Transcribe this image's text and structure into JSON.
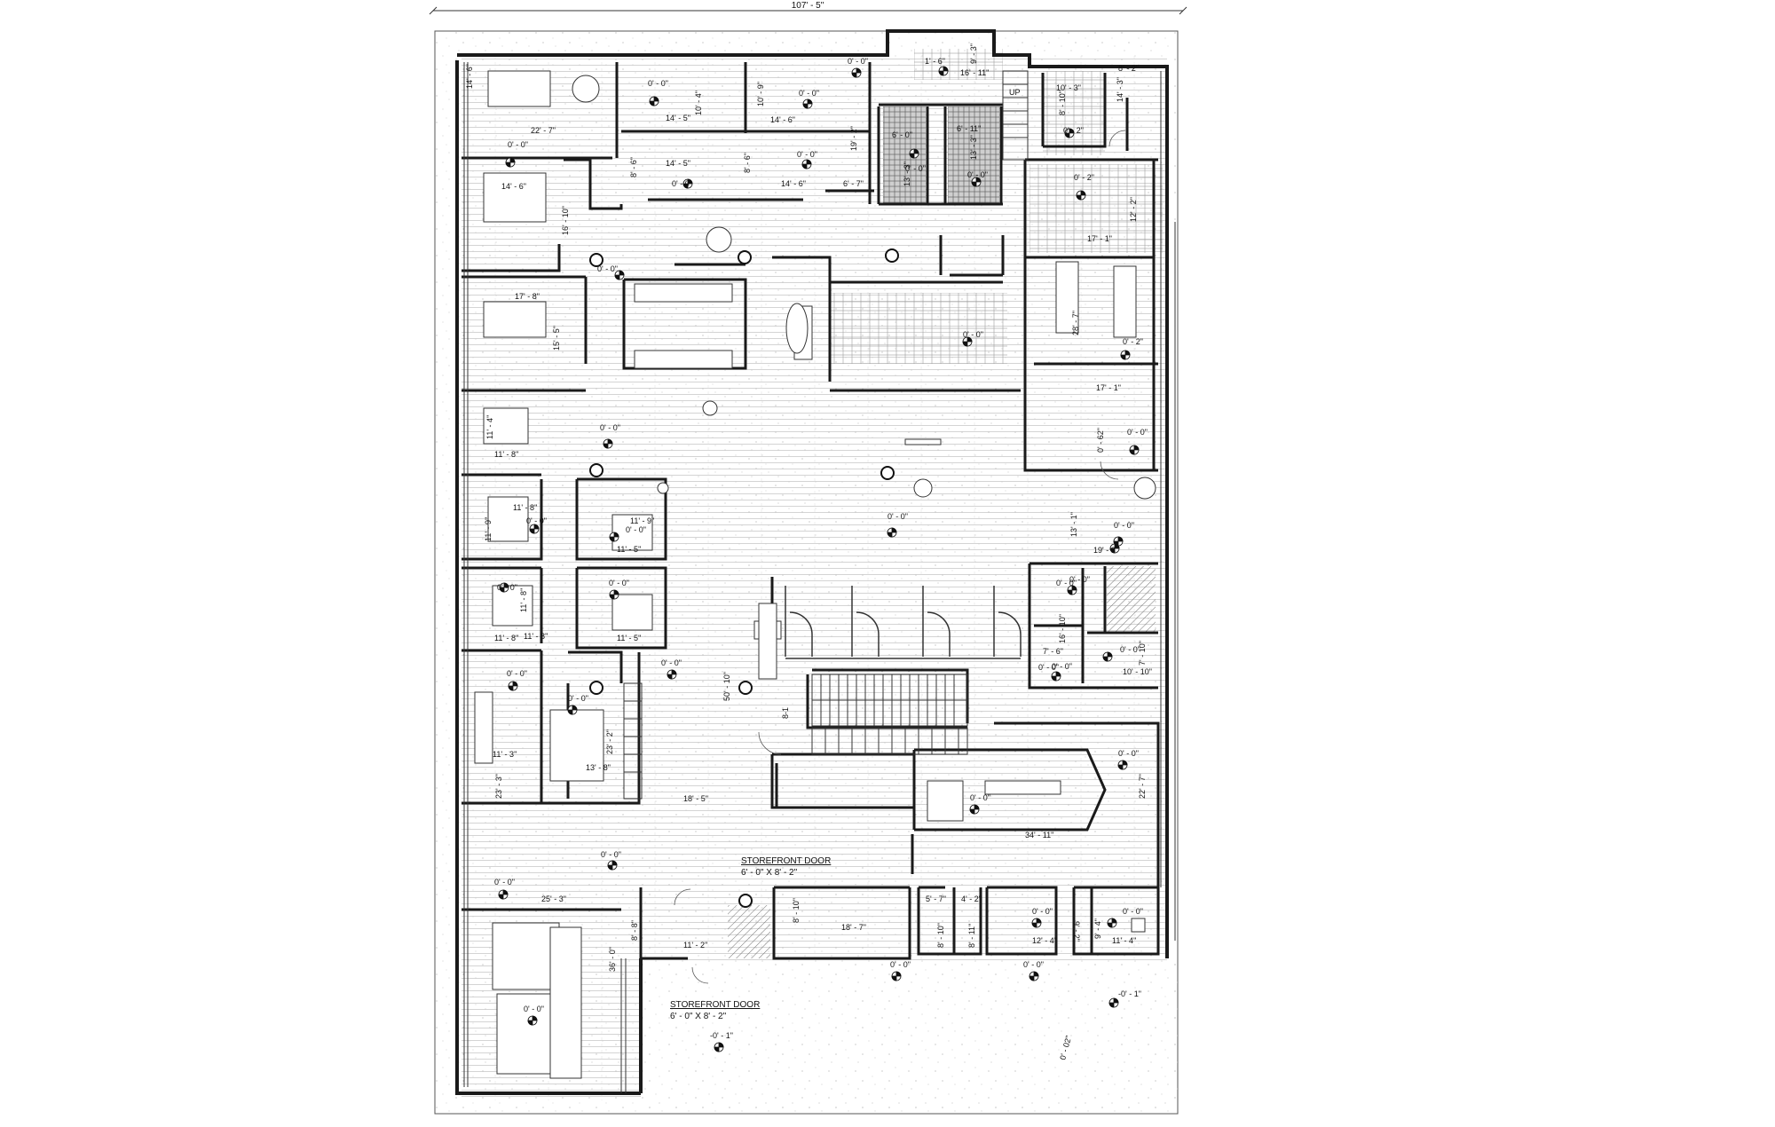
{
  "plan": {
    "overall_width": "107' - 5\"",
    "colors": {
      "wall": "#1a1a1a",
      "floor_line": "#bdbdbd",
      "tile": "#9a9a9a",
      "hatch": "#777777",
      "background": "#ffffff"
    },
    "storefront_upper": {
      "title": "STOREFRONT DOOR",
      "size": "6' - 0\" X 8' - 2\""
    },
    "storefront_lower": {
      "title": "STOREFRONT DOOR",
      "size": "6' - 0\" X 8' - 2\""
    },
    "up_label": "UP",
    "stair_arrow": "8-1",
    "dimensions": {
      "d1": "14' - 6\"",
      "d2": "22' - 7\"",
      "d3": "14' - 5\"",
      "d4": "10' - 4\"",
      "d5": "10' - 9\"",
      "d6": "14' - 6\"",
      "d7": "14' - 5\"",
      "d8": "8' - 6\"",
      "d9": "8' - 6\"",
      "d10": "14' - 6\"",
      "d11": "19' - 2\"",
      "d12": "6' - 7\"",
      "d13": "6' - 0\"",
      "d14": "6' - 11\"",
      "d15": "13' - 3\"",
      "d16": "13' - 3\"",
      "d17": "1' - 6\"",
      "d18": "9' - 3\"",
      "d19": "16' - 11\"",
      "d20": "10' - 3\"",
      "d21": "8' - 2\"",
      "d22": "14' - 3\"",
      "d23": "8' - 10\"",
      "d24": "14' - 6\"",
      "d25": "16' - 10\"",
      "d26": "17' - 1\"",
      "d27": "12' - 2\"",
      "d28": "17' - 8\"",
      "d29": "15' - 5\"",
      "d30": "28' - 7\"",
      "d31": "17' - 1\"",
      "d32": "11' - 4\"",
      "d33": "11' - 8\"",
      "d34": "11' - 8\"",
      "d35": "11' - 9\"",
      "d36": "11' - 9\"",
      "d37": "11' - 5\"",
      "d38": "13' - 1\"",
      "d39": "19' - 3\"",
      "d40": "11' - 8\"",
      "d41": "11' - 8\"",
      "d42": "11' - 8\"",
      "d43": "11' - 5\"",
      "d44": "16' - 10\"",
      "d45": "7' - 6\"",
      "d46": "7' - 10\"",
      "d47": "10' - 10\"",
      "d48": "50' - 10\"",
      "d49": "23' - 2\"",
      "d50": "11' - 3\"",
      "d51": "13' - 8\"",
      "d52": "23' - 3\"",
      "d53": "18' - 5\"",
      "d54": "22' - 7\"",
      "d55": "34' - 11\"",
      "d56": "25' - 3\"",
      "d57": "8' - 8\"",
      "d58": "11' - 2\"",
      "d59": "36' - 0\"",
      "d60": "8' - 10\"",
      "d61": "18' - 7\"",
      "d62": "5' - 7\"",
      "d63": "8' - 10\"",
      "d64": "4' - 2\"",
      "d65": "8' - 11\"",
      "d66": "12' - 4\"",
      "d67": "9' - 2\"",
      "d68": "9' - 4\"",
      "d69": "11' - 4\"",
      "d70": "0' - 62\""
    },
    "elevations": {
      "e1": "0' - 0\"",
      "e2": "0' - 0\"",
      "e3": "0' - 0\"",
      "e4": "0' - 0\"",
      "e5": "0' - 0\"",
      "e6": "0' - 0\"",
      "e7": "0' - 0\"",
      "e8": "0' - 0\"",
      "e9": "0' - 2\"",
      "e10": "0' - 2\"",
      "e11": "0' - 0\"",
      "e12": "0' - 0\"",
      "e13": "0' - 2\"",
      "e14": "0' - 0\"",
      "e15": "0' - 0\"",
      "e16": "0' - 0\"",
      "e17": "0' - 0\"",
      "e18": "0' - 0\"",
      "e19": "0' - 0\"",
      "e20": "0' - 0\"",
      "e21": "0' - 0\"",
      "e22": "0' - 0\"",
      "e23": "0' - 0\"",
      "e24": "0' - 0\"",
      "e25": "0' - 0\"",
      "e26": "0' - 0\"",
      "e27": "0' - 0\"",
      "e28": "0' - 0\"",
      "e29": "0' - 0\"",
      "e30": "0' - 0\"",
      "e31": "0' - 0\"",
      "e32": "0' - 0\"",
      "e33": "0' - 0\"",
      "e34": "0' - 0\"",
      "e35": "0' - 0\"",
      "e36": "0' - 0\"",
      "e37": "0' - 0\"",
      "e38": "0' - 0\"",
      "e39": "-0' - 1\"",
      "e40": "-0' - 1\"",
      "e41": "0' - 02\""
    }
  }
}
